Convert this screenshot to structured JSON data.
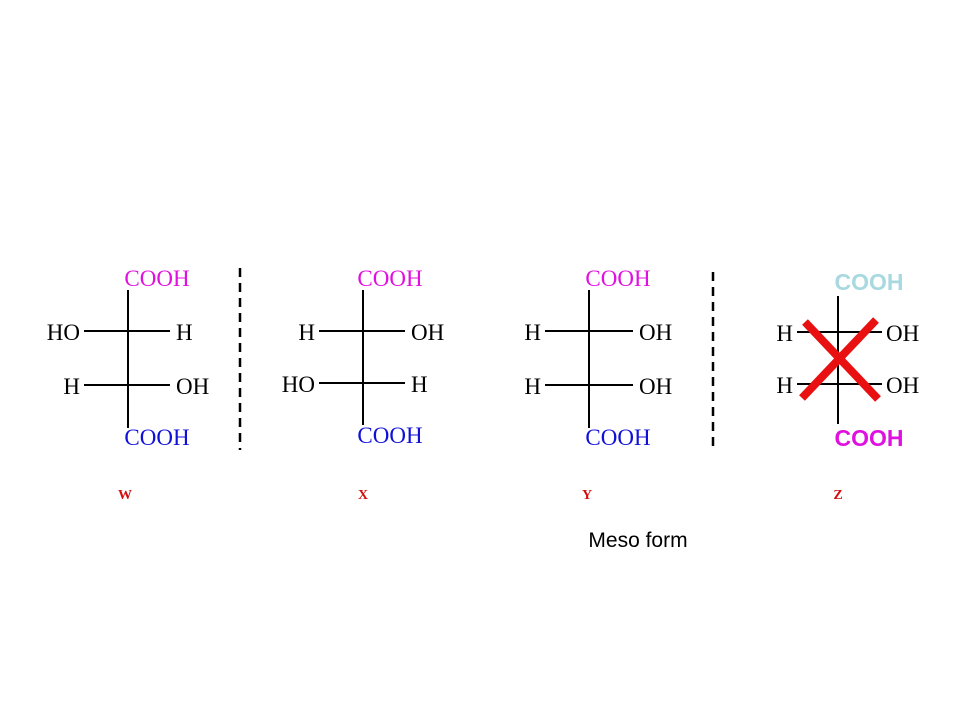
{
  "colors": {
    "magenta": "#e010e0",
    "blue": "#1010d8",
    "light_blue": "#a8d8e0",
    "red_label": "#d01010",
    "cross": "#e81010",
    "bond": "#000000"
  },
  "structures": [
    {
      "label": "W",
      "top": "COOH",
      "bottom": "COOH",
      "row1_left": "HO",
      "row1_right": "H",
      "row2_left": "H",
      "row2_right": "OH"
    },
    {
      "label": "X",
      "top": "COOH",
      "bottom": "COOH",
      "row1_left": "H",
      "row1_right": "OH",
      "row2_left": "HO",
      "row2_right": "H"
    },
    {
      "label": "Y",
      "top": "COOH",
      "bottom": "COOH",
      "row1_left": "H",
      "row1_right": "OH",
      "row2_left": "H",
      "row2_right": "OH"
    },
    {
      "label": "Z",
      "top": "COOH",
      "bottom": "COOH",
      "row1_left": "H",
      "row1_right": "OH",
      "row2_left": "H",
      "row2_right": "OH",
      "crossed_out": true
    }
  ],
  "note": "Meso form"
}
